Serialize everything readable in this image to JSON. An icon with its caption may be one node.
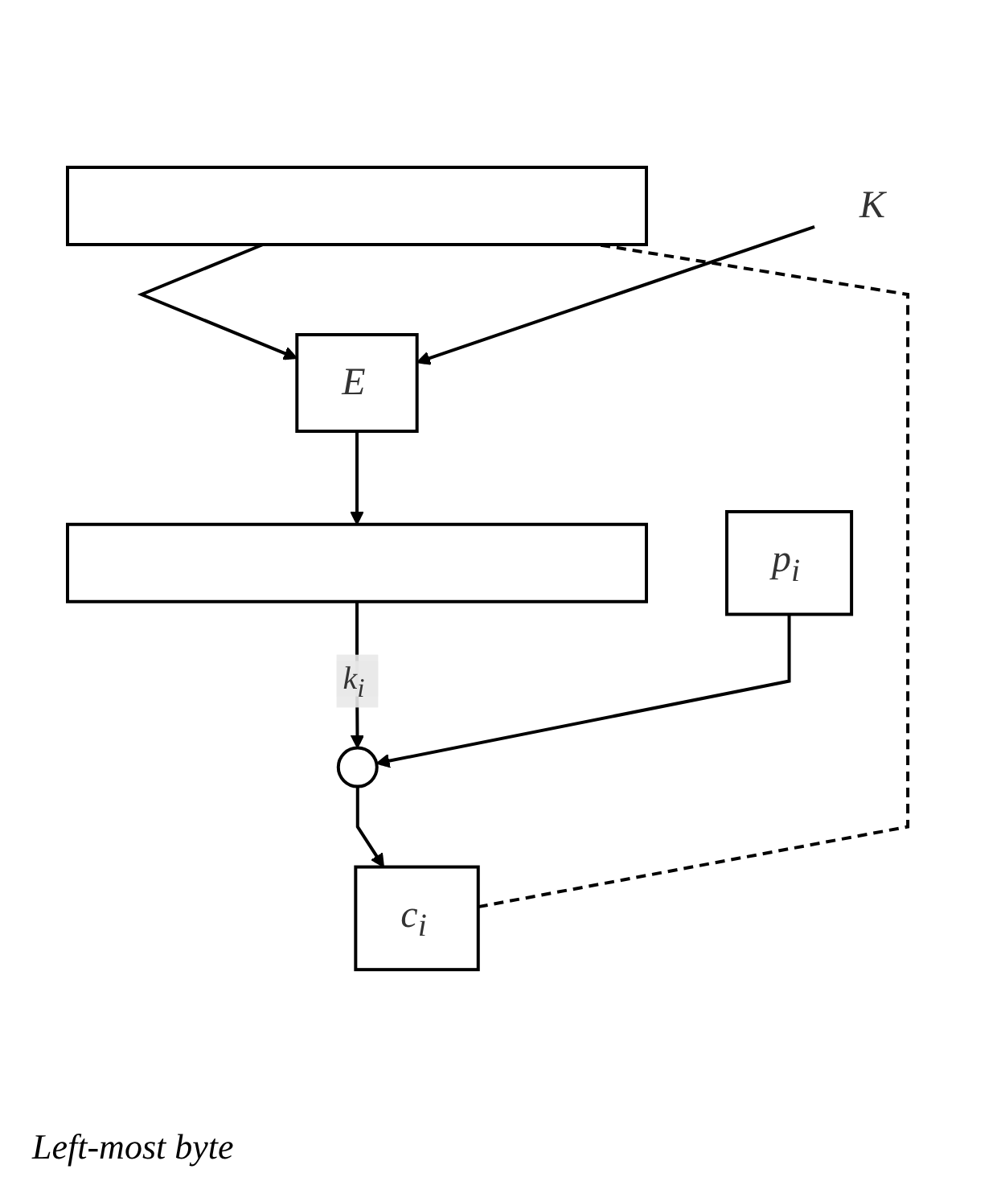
{
  "diagram": {
    "nodes": [
      {
        "text": [],
        "shape": "bar"
      },
      {
        "text": [
          "E"
        ]
      },
      {
        "text": [
          "K"
        ]
      },
      {
        "text": [],
        "shape": "bar"
      },
      {
        "text": [
          "p$_{i}$"
        ]
      },
      {
        "text": [],
        "shape": "circle"
      },
      {
        "text": [
          "c$_{i}$"
        ]
      }
    ],
    "edges": [
      {
        "from": 0,
        "to": 1,
        "arrow": "to"
      },
      {
        "from": 2,
        "to": 1,
        "arrow": "to"
      },
      {
        "from": 1,
        "to": 3,
        "arrow": "to"
      },
      {
        "from": 3,
        "to": 5,
        "arrow": "to",
        "label": "k$_{i}$"
      },
      {
        "from": 4,
        "to": 5,
        "arrow": "to"
      },
      {
        "from": 5,
        "to": 6,
        "arrow": "to"
      },
      {
        "from": 6,
        "to": 0,
        "arrow": "none",
        "style": "dashed"
      }
    ],
    "labels": [
      "Left-most byte"
    ]
  }
}
